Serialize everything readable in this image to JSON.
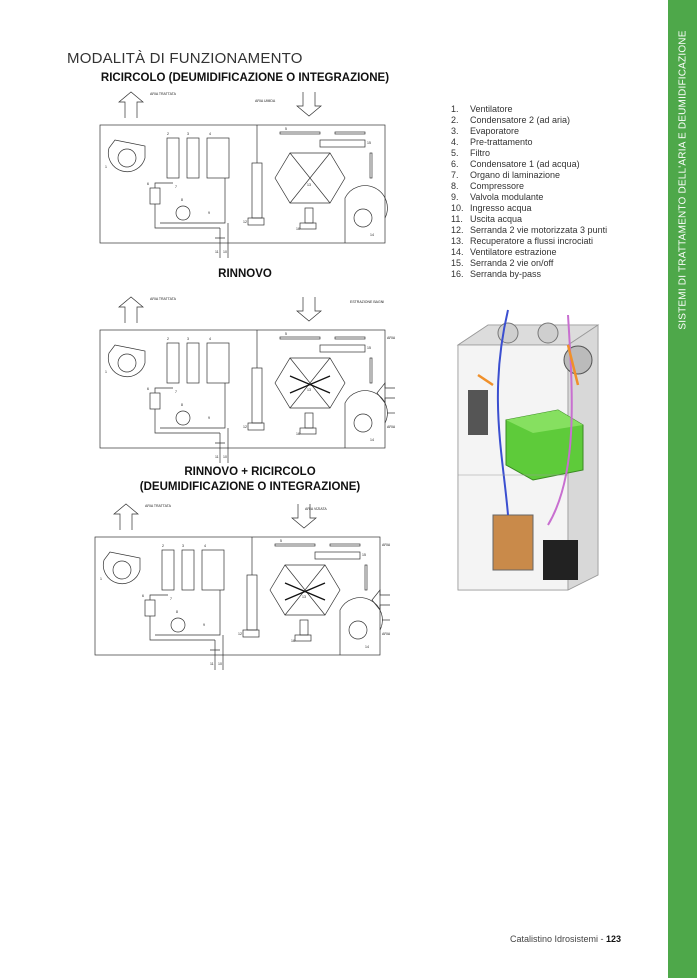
{
  "page": {
    "heading": "MODALITÀ DI FUNZIONAMENTO",
    "sidebar_text": "SISTEMI DI TRATTAMENTO DELL'ARIA E DEUMIDIFICAZIONE",
    "footer": {
      "catalog": "Catalistino Idrosistemi - ",
      "page_number": "123"
    }
  },
  "diagrams": [
    {
      "title_line1": "RICIRCOLO (DEUMIDIFICAZIONE O INTEGRAZIONE)",
      "title_line2": "",
      "label_out": "ARIA TRATTATA",
      "label_in": "ARIA UMIDA",
      "label_ext": "",
      "label_exp": ""
    },
    {
      "title_line1": "RINNOVO",
      "title_line2": "",
      "label_out": "ARIA TRATTATA",
      "label_in": "ESTRAZIONE BAGNI",
      "label_ext": "ARIA ESTERNA",
      "label_exp": "ARIA ESPULSA"
    },
    {
      "title_line1": "RINNOVO + RICIRCOLO",
      "title_line2": "(DEUMIDIFICAZIONE O INTEGRAZIONE)",
      "label_out": "ARIA TRATTATA",
      "label_in": "ARIA VIZIATA",
      "label_ext": "ARIA ESTERNA",
      "label_exp": "ARIA ESPULSA"
    }
  ],
  "component_numbers": [
    "1",
    "2",
    "3",
    "4",
    "5",
    "6",
    "7",
    "8",
    "9",
    "10",
    "11",
    "12",
    "13",
    "14",
    "15",
    "16"
  ],
  "legend": [
    {
      "n": "1.",
      "label": "Ventilatore"
    },
    {
      "n": "2.",
      "label": "Condensatore 2 (ad aria)"
    },
    {
      "n": "3.",
      "label": "Evaporatore"
    },
    {
      "n": "4.",
      "label": "Pre-trattamento"
    },
    {
      "n": "5.",
      "label": "Filtro"
    },
    {
      "n": "6.",
      "label": "Condensatore 1 (ad acqua)"
    },
    {
      "n": "7.",
      "label": "Organo di laminazione"
    },
    {
      "n": "8.",
      "label": "Compressore"
    },
    {
      "n": "9.",
      "label": "Valvola modulante"
    },
    {
      "n": "10.",
      "label": "Ingresso acqua"
    },
    {
      "n": "11.",
      "label": "Uscita acqua"
    },
    {
      "n": "12.",
      "label": "Serranda 2 vie motorizzata 3 punti"
    },
    {
      "n": "13.",
      "label": "Recuperatore a flussi incrociati"
    },
    {
      "n": "14.",
      "label": "Ventilatore estrazione"
    },
    {
      "n": "15.",
      "label": "Serranda 2 vie on/off"
    },
    {
      "n": "16.",
      "label": "Serranda by-pass"
    }
  ],
  "colors": {
    "accent": "#4ea84a",
    "recuperator": "#5ecb3a"
  }
}
